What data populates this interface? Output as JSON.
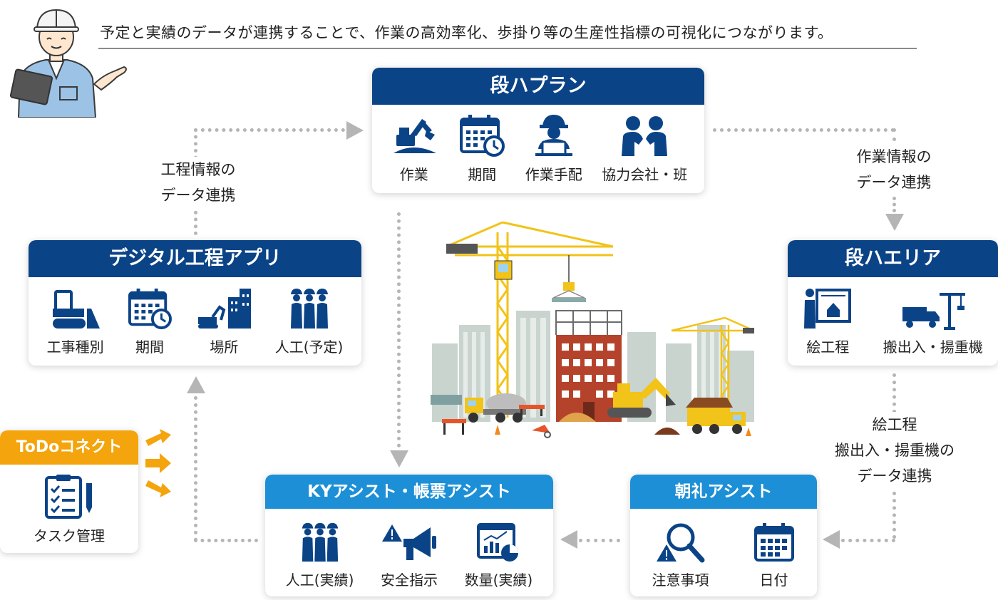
{
  "headline": "予定と実績のデータが連携することで、作業の高効率化、歩掛り等の生産性指標の可視化につながります。",
  "colors": {
    "navy": "#0b4387",
    "light_blue": "#1d8fd6",
    "orange": "#f4a40c",
    "arrow_gray": "#b5b5b5"
  },
  "dankai_plan": {
    "title": "段ハプラン",
    "items": [
      {
        "label": "作業",
        "icon": "excavator-icon"
      },
      {
        "label": "期間",
        "icon": "calendar-clock-icon"
      },
      {
        "label": "作業手配",
        "icon": "worker-laptop-icon"
      },
      {
        "label": "協力会社・班",
        "icon": "handshake-people-icon"
      }
    ]
  },
  "digital_app": {
    "title": "デジタル工程アプリ",
    "items": [
      {
        "label": "工事種別",
        "icon": "bulldozer-icon"
      },
      {
        "label": "期間",
        "icon": "calendar-clock-icon"
      },
      {
        "label": "場所",
        "icon": "site-building-icon"
      },
      {
        "label": "人工(予定)",
        "icon": "workers-group-icon"
      }
    ]
  },
  "dankai_area": {
    "title": "段ハエリア",
    "items": [
      {
        "label": "絵工程",
        "icon": "floorplan-person-icon"
      },
      {
        "label": "搬出入・揚重機",
        "icon": "truck-crane-icon"
      }
    ]
  },
  "ky_assist": {
    "title": "KYアシスト・帳票アシスト",
    "items": [
      {
        "label": "人工(実績)",
        "icon": "workers-group-icon"
      },
      {
        "label": "安全指示",
        "icon": "megaphone-warning-icon"
      },
      {
        "label": "数量(実績)",
        "icon": "report-chart-icon"
      }
    ]
  },
  "chorei_assist": {
    "title": "朝礼アシスト",
    "items": [
      {
        "label": "注意事項",
        "icon": "magnifier-warning-icon"
      },
      {
        "label": "日付",
        "icon": "calendar-icon"
      }
    ]
  },
  "todo": {
    "title": "ToDoコネクト",
    "items": [
      {
        "label": "タスク管理",
        "icon": "clipboard-checklist-icon"
      }
    ]
  },
  "flow_labels": {
    "process_info": [
      "工程情報の",
      "データ連携"
    ],
    "work_info": [
      "作業情報の",
      "データ連携"
    ],
    "area_info": [
      "絵工程",
      "搬出入・揚重機の",
      "データ連携"
    ]
  }
}
